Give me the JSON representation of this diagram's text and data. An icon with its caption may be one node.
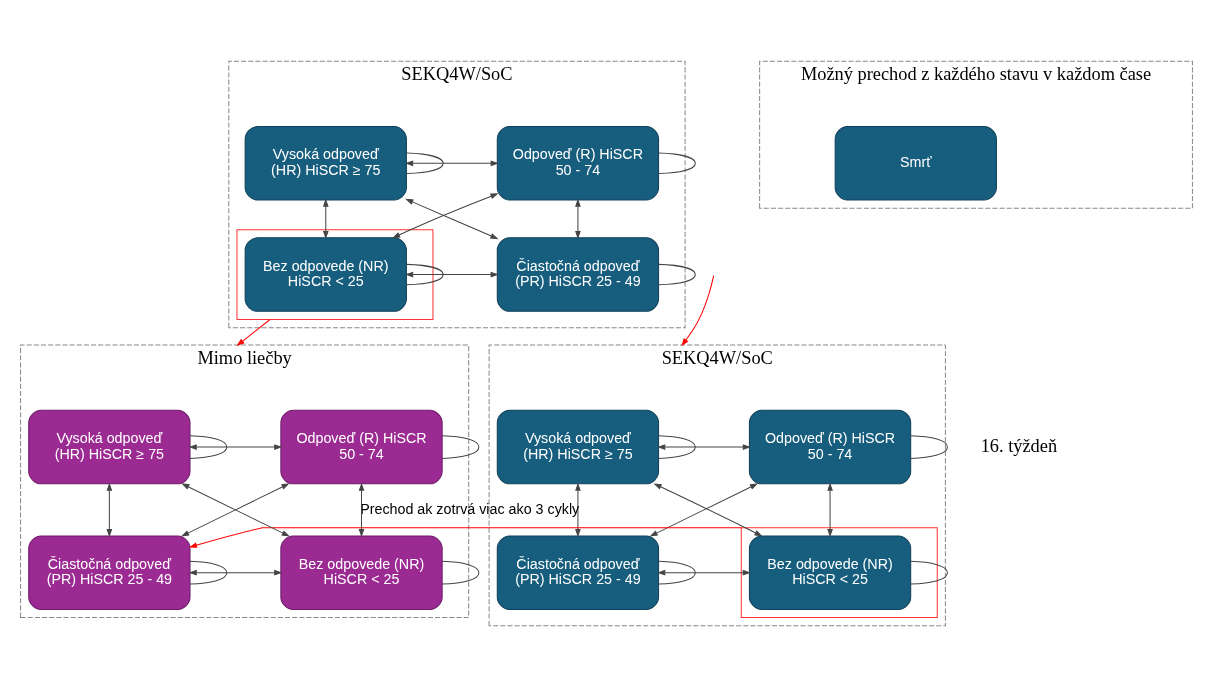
{
  "diagram": {
    "nodes": [
      {
        "text": [
          "SEKQ4W/SoC"
        ]
      },
      {
        "text": [
          "Vysoká odpoveď (HR) HiSCR ≥ 75"
        ],
        "in": 0
      },
      {
        "text": [
          "Odpoveď (R) HiSCR 50 - 74"
        ],
        "in": 0
      },
      {
        "text": [
          "Čiastočná odpoveď (PR) HiSCR 25 - 49"
        ],
        "in": 0
      },
      {
        "text": [],
        "shape": "box",
        "in": 0
      },
      {
        "text": [
          "Bez odpovede (NR) HiSCR < 25"
        ],
        "in": 4
      },
      {
        "text": [
          "Možný prechod z každého stavu v každom čase"
        ]
      },
      {
        "text": [
          "Smrť"
        ],
        "in": 6
      },
      {
        "text": [
          "SEKQ4W/SoC"
        ]
      },
      {
        "text": [
          "Vysoká odpoveď (HR) HiSCR ≥ 75"
        ],
        "in": 8
      },
      {
        "text": [
          "Odpoveď (R) HiSCR 50 - 74"
        ],
        "in": 8
      },
      {
        "text": [
          "Čiastočná odpoveď (PR) HiSCR 25 - 49"
        ],
        "in": 8
      },
      {
        "text": [],
        "shape": "box",
        "in": 8
      },
      {
        "text": [
          "Bez odpovede (NR) HiSCR < 25"
        ],
        "in": 12
      },
      {
        "text": [
          "Mimo liečby"
        ]
      },
      {
        "text": [
          "Vysoká odpoveď (HR) HiSCR ≥ 75"
        ],
        "in": 14
      },
      {
        "text": [
          "Odpoveď (R) HiSCR 50 - 74"
        ],
        "in": 14
      },
      {
        "text": [
          "Čiastočná odpoveď (PR) HiSCR 25 - 49"
        ],
        "in": 14
      },
      {
        "text": [
          "Bez odpovede (NR) HiSCR < 25"
        ],
        "in": 14
      }
    ],
    "edges": [
      {
        "from": 1,
        "to": 2,
        "arrow": "both"
      },
      {
        "from": 1,
        "to": 3,
        "arrow": "both"
      },
      {
        "from": 2,
        "to": 5,
        "arrow": "both"
      },
      {
        "from": 3,
        "to": 5,
        "arrow": "both"
      },
      {
        "from": 1,
        "to": 5,
        "arrow": "both"
      },
      {
        "from": 2,
        "to": 3,
        "arrow": "both"
      },
      {
        "from": 1,
        "to": 1,
        "arrow": "none"
      },
      {
        "from": 2,
        "to": 2,
        "arrow": "none"
      },
      {
        "from": 3,
        "to": 3,
        "arrow": "none"
      },
      {
        "from": 5,
        "to": 5,
        "arrow": "none"
      },
      {
        "from": 9,
        "to": 10,
        "arrow": "both"
      },
      {
        "from": 9,
        "to": 11,
        "arrow": "both"
      },
      {
        "from": 10,
        "to": 13,
        "arrow": "both"
      },
      {
        "from": 11,
        "to": 13,
        "arrow": "both"
      },
      {
        "from": 9,
        "to": 13,
        "arrow": "both"
      },
      {
        "from": 10,
        "to": 11,
        "arrow": "both"
      },
      {
        "from": 9,
        "to": 9,
        "arrow": "none"
      },
      {
        "from": 10,
        "to": 10,
        "arrow": "none"
      },
      {
        "from": 11,
        "to": 11,
        "arrow": "none"
      },
      {
        "from": 13,
        "to": 13,
        "arrow": "none"
      },
      {
        "from": 15,
        "to": 16,
        "arrow": "both"
      },
      {
        "from": 15,
        "to": 17,
        "arrow": "both"
      },
      {
        "from": 16,
        "to": 18,
        "arrow": "both"
      },
      {
        "from": 17,
        "to": 18,
        "arrow": "both"
      },
      {
        "from": 15,
        "to": 18,
        "arrow": "both"
      },
      {
        "from": 16,
        "to": 17,
        "arrow": "both"
      },
      {
        "from": 15,
        "to": 15,
        "arrow": "none"
      },
      {
        "from": 16,
        "to": 16,
        "arrow": "none"
      },
      {
        "from": 17,
        "to": 17,
        "arrow": "none"
      },
      {
        "from": 18,
        "to": 18,
        "arrow": "none"
      },
      {
        "from": 4,
        "to": 14,
        "arrow": "to",
        "color": "#ff0000"
      },
      {
        "from": null,
        "to": 8,
        "arrow": "to",
        "color": "#ff0000"
      },
      {
        "from": 12,
        "to": 17,
        "arrow": "to",
        "color": "#ff0000",
        "label": "Prechod ak zotrvá viac ako 3 cykly"
      }
    ],
    "labels": [
      "16. týždeň"
    ]
  }
}
